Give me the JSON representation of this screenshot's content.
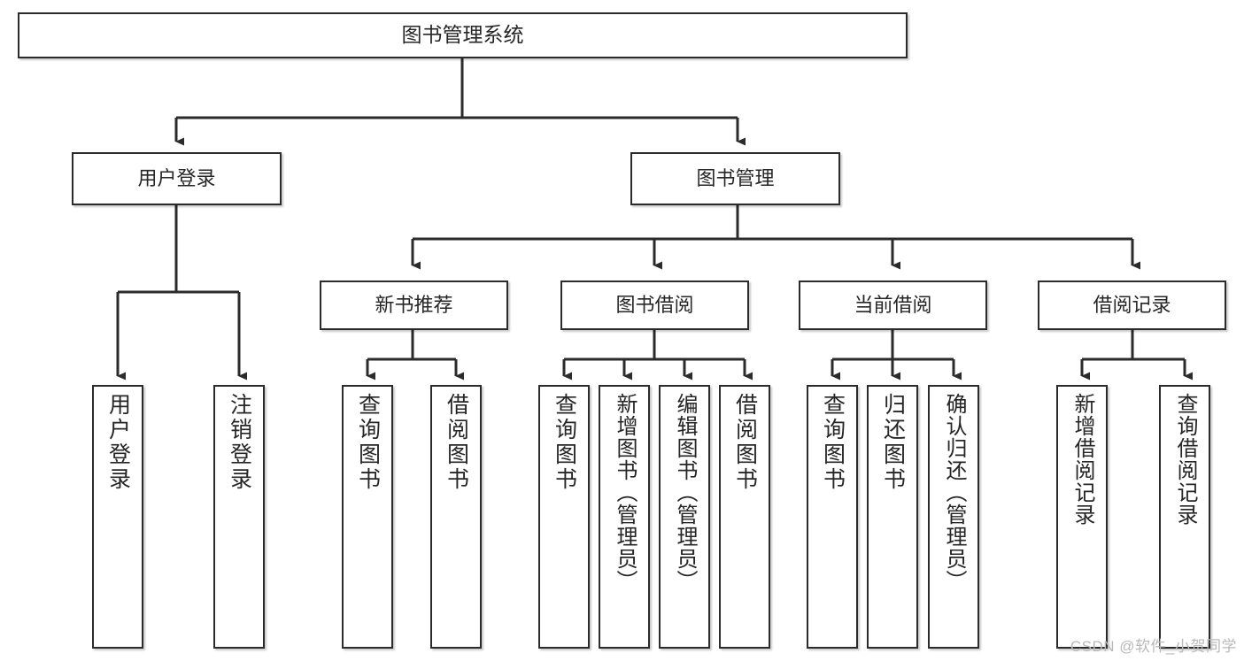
{
  "diagram": {
    "type": "tree-hierarchy",
    "orientation": "top-down",
    "root": {
      "id": "root",
      "label": "图书管理系统"
    },
    "level2": [
      {
        "id": "user-login",
        "label": "用户登录"
      },
      {
        "id": "book-management",
        "label": "图书管理"
      }
    ],
    "level3": [
      {
        "id": "new-book-recommend",
        "label": "新书推荐",
        "parent": "book-management"
      },
      {
        "id": "book-borrow",
        "label": "图书借阅",
        "parent": "book-management"
      },
      {
        "id": "current-borrow",
        "label": "当前借阅",
        "parent": "book-management"
      },
      {
        "id": "borrow-record",
        "label": "借阅记录",
        "parent": "book-management"
      }
    ],
    "leaves": {
      "user-login": [
        {
          "id": "leaf-user-login",
          "label": "用户登录"
        },
        {
          "id": "leaf-user-logout",
          "label": "注销登录"
        }
      ],
      "new-book-recommend": [
        {
          "id": "leaf-query-book-1",
          "label": "查询图书"
        },
        {
          "id": "leaf-borrow-book-1",
          "label": "借阅图书"
        }
      ],
      "book-borrow": [
        {
          "id": "leaf-query-book-2",
          "label": "查询图书"
        },
        {
          "id": "leaf-add-book",
          "label": "新增图书（管理员）"
        },
        {
          "id": "leaf-edit-book",
          "label": "编辑图书（管理员）"
        },
        {
          "id": "leaf-borrow-book-2",
          "label": "借阅图书"
        }
      ],
      "current-borrow": [
        {
          "id": "leaf-query-book-3",
          "label": "查询图书"
        },
        {
          "id": "leaf-return-book",
          "label": "归还图书"
        },
        {
          "id": "leaf-confirm-return",
          "label": "确认归还（管理员）"
        }
      ],
      "borrow-record": [
        {
          "id": "leaf-add-record",
          "label": "新增借阅记录"
        },
        {
          "id": "leaf-query-record",
          "label": "查询借阅记录"
        }
      ]
    },
    "colors": {
      "stroke": "#2b2b2b",
      "fill": "#ffffff",
      "text": "#262626",
      "watermark": "#b9b9b9"
    }
  },
  "watermark": {
    "text": "CSDN @软件_小贺同学"
  }
}
